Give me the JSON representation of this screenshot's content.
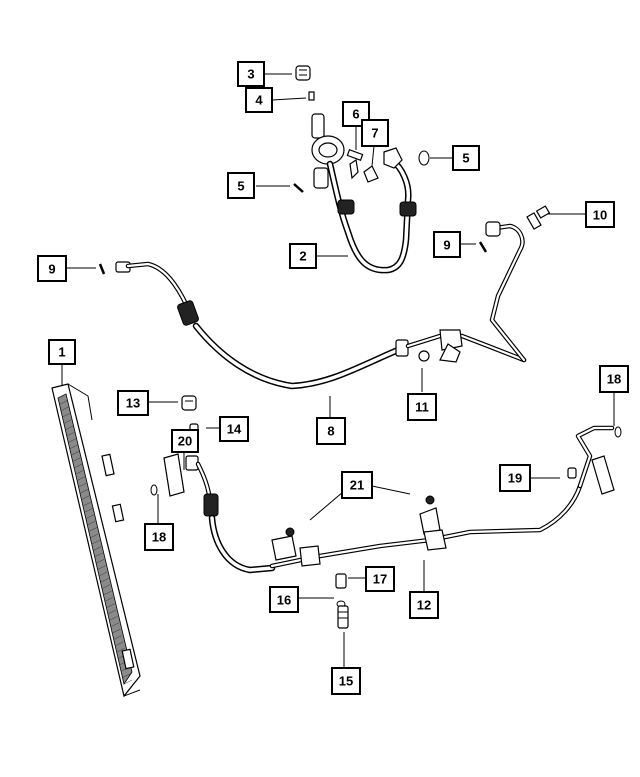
{
  "callouts": {
    "c1": "1",
    "c2": "2",
    "c3": "3",
    "c4": "4",
    "c5a": "5",
    "c5b": "5",
    "c6": "6",
    "c7": "7",
    "c8": "8",
    "c9a": "9",
    "c9b": "9",
    "c10": "10",
    "c11": "11",
    "c12": "12",
    "c13": "13",
    "c14": "14",
    "c15": "15",
    "c16": "16",
    "c17": "17",
    "c18a": "18",
    "c18b": "18",
    "c19": "19",
    "c20": "20",
    "c21": "21"
  }
}
